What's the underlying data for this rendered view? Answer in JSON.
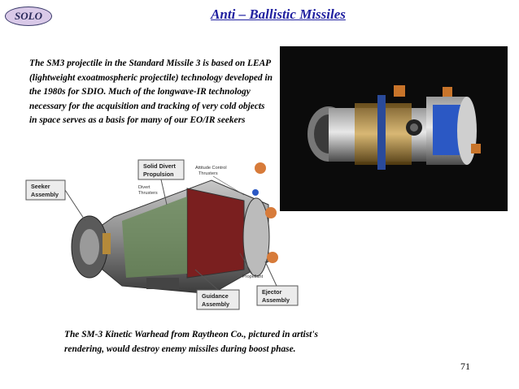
{
  "header": {
    "badge": "SOLO",
    "title": "Anti – Ballistic Missiles"
  },
  "body": {
    "paragraph": "The SM3 projectile in the Standard Missile 3 is based on LEAP (lightweight exoatmospheric projectile) technology developed in the 1980s for SDIO. Much of the longwave-IR technology necessary for the acquisition and tracking of very cold objects in space serves as a basis for many of our EO/IR seekers",
    "caption": "The SM-3 Kinetic Warhead from Raytheon Co., pictured in artist's rendering, would destroy enemy missiles during boost phase."
  },
  "diagram": {
    "labels": {
      "seeker": [
        "Seeker",
        "Assembly"
      ],
      "divert": [
        "Solid Divert",
        "Propulsion"
      ],
      "attitude": [
        "Attitude Control",
        "Thrusters"
      ],
      "divert_thrusters": [
        "Divert",
        "Thrusters"
      ],
      "propellant": "Propellant",
      "guidance": [
        "Guidance",
        "Assembly"
      ],
      "ejector": [
        "Ejector",
        "Assembly"
      ]
    }
  },
  "footer": {
    "page_number": "71"
  }
}
